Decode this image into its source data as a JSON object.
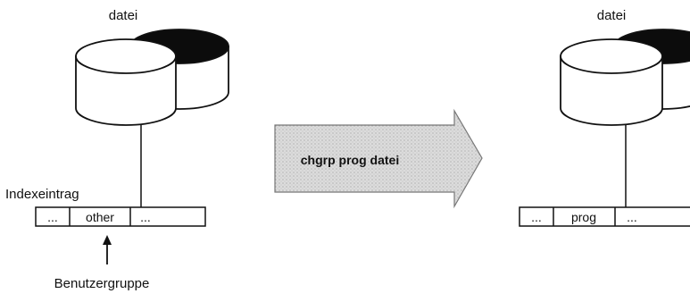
{
  "left_diagram": {
    "file_label": "datei",
    "index_label": "Indexeintrag",
    "index_cells": [
      "...",
      "other",
      "..."
    ],
    "arrow_label": "Benutzergruppe"
  },
  "transition": {
    "command": "chgrp prog datei"
  },
  "right_diagram": {
    "file_label": "datei",
    "index_cells": [
      "...",
      "prog",
      "..."
    ]
  },
  "colors": {
    "ink": "#111111",
    "fill_dark": "#0c0c0c",
    "arrow_fill": "#d9d9d9",
    "background": "#ffffff"
  }
}
